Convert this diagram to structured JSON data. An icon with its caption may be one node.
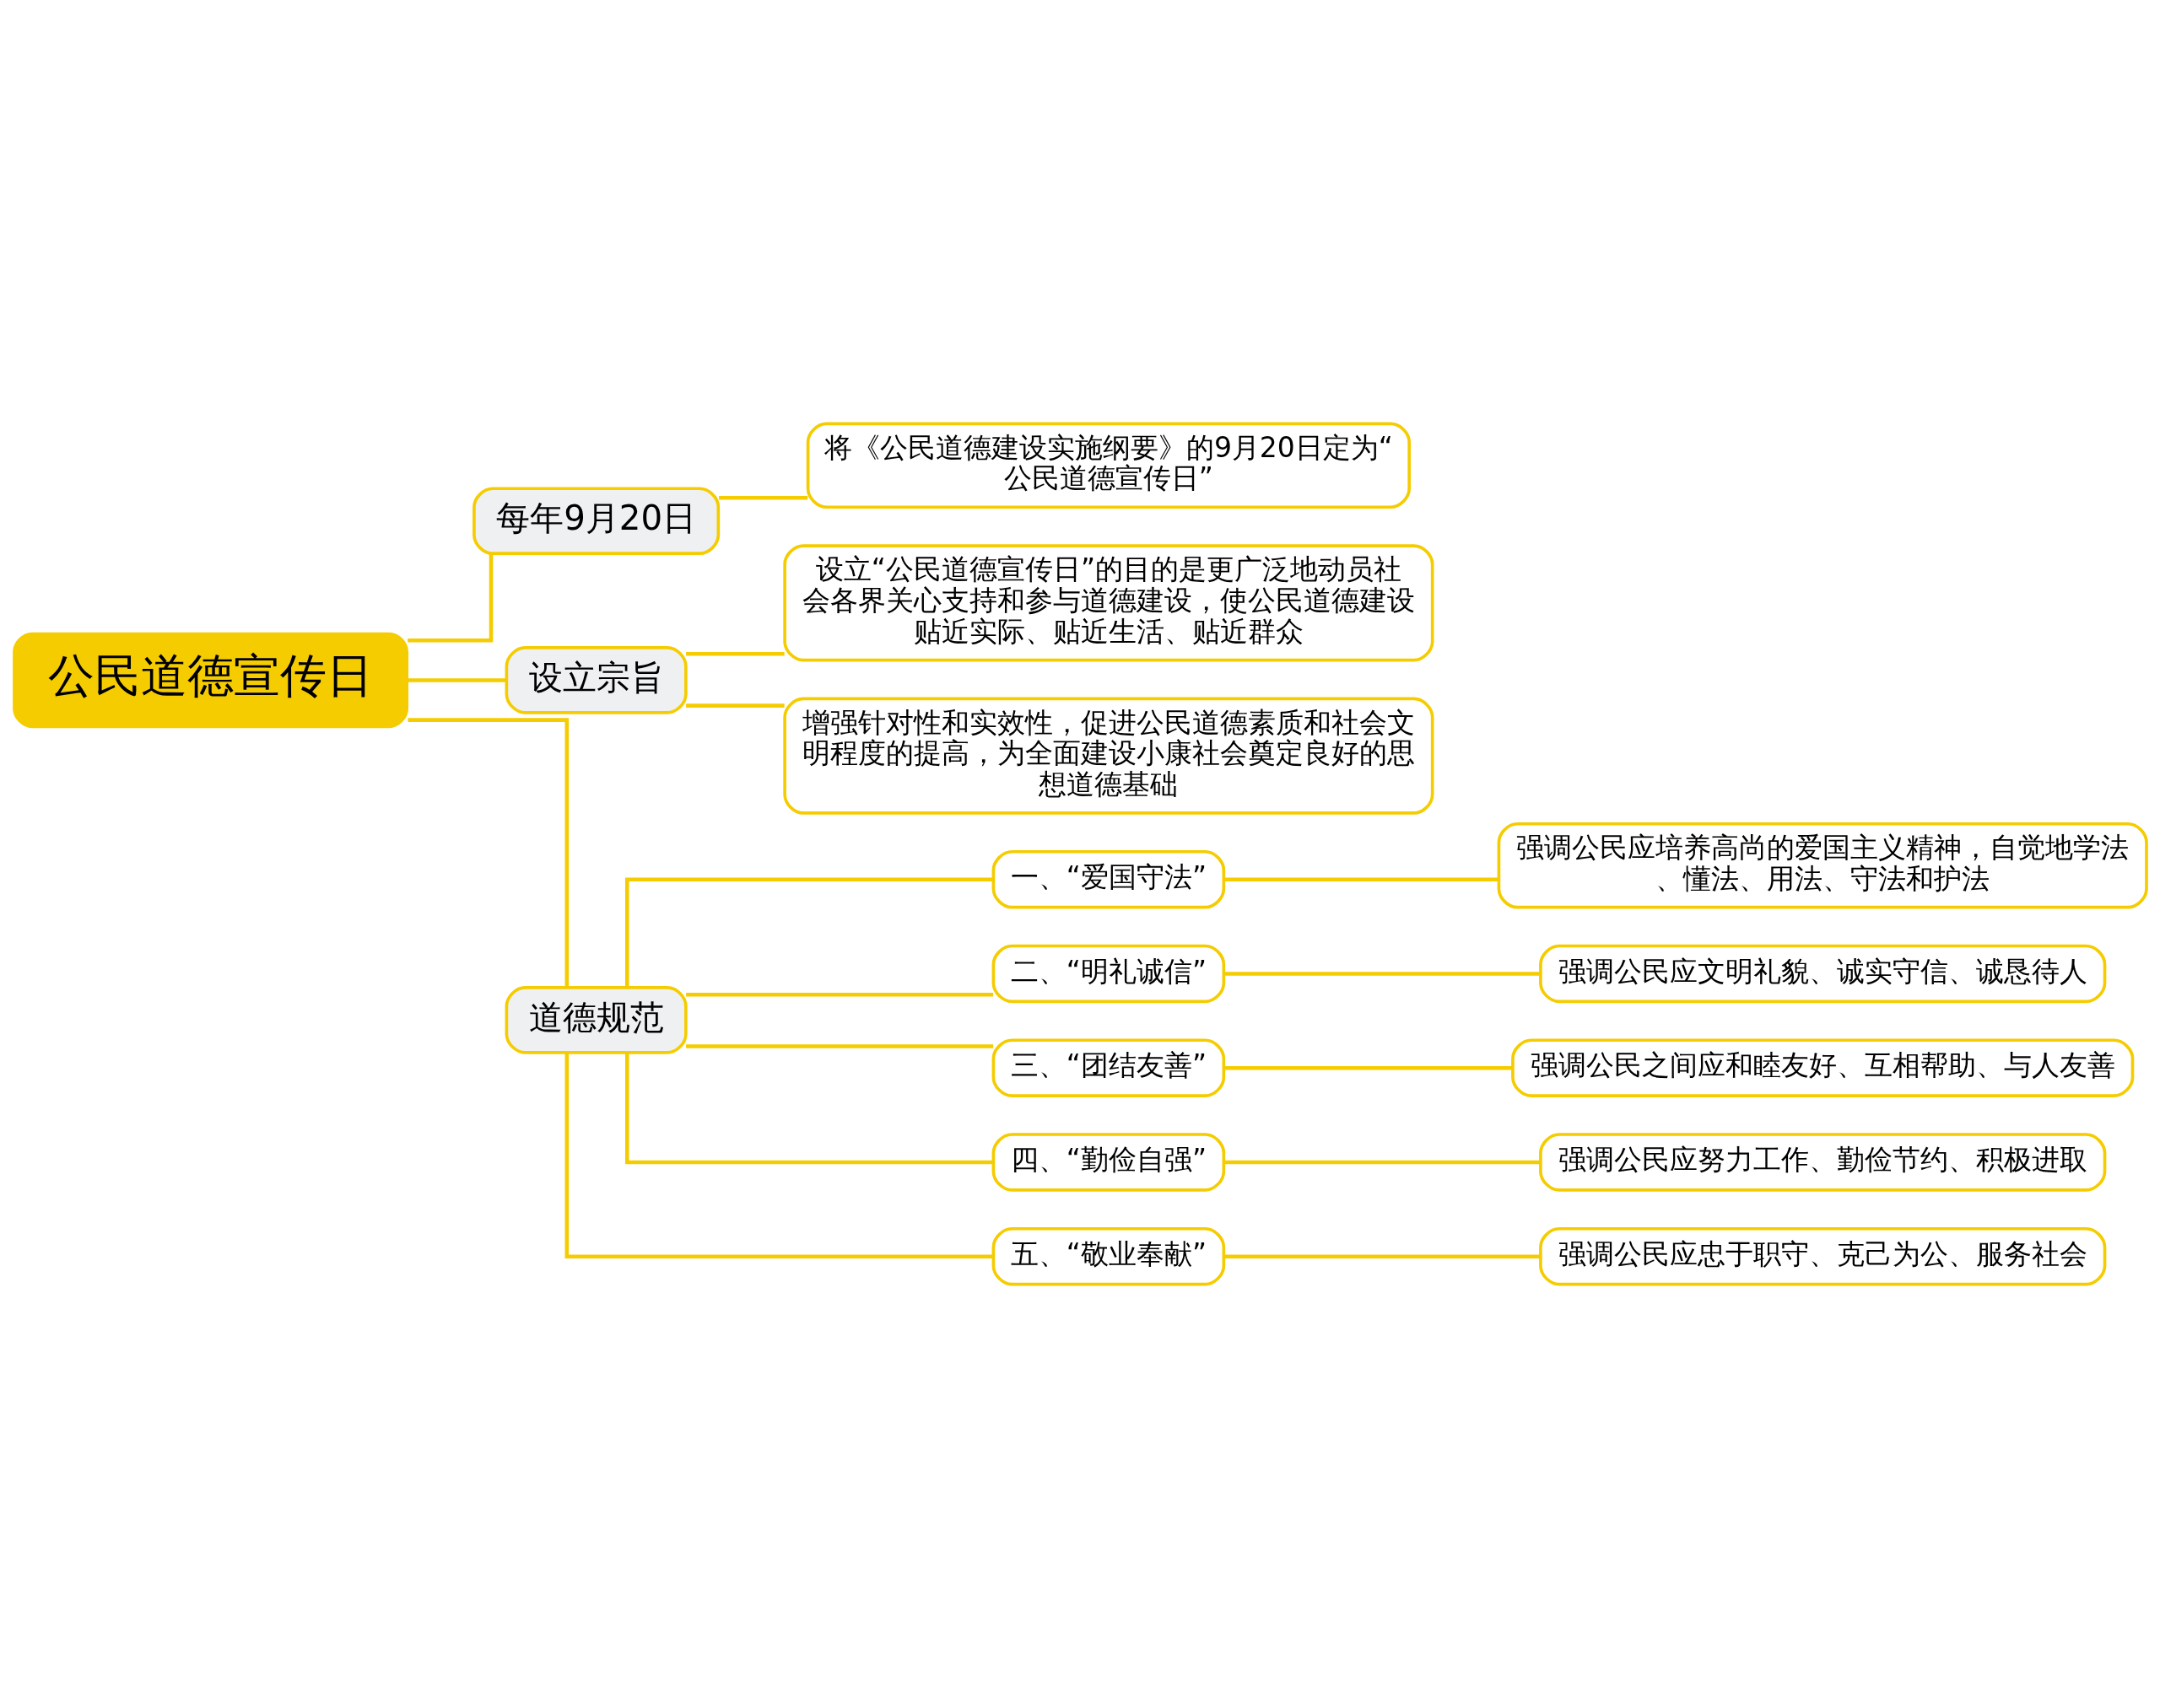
{
  "diagram": {
    "nodes": [
      {
        "text": [
          "公民道德宣传日"
        ]
      },
      {
        "text": [
          "每年9月20日"
        ]
      },
      {
        "text": [
          "将《公民道德建设实施纲要》的9月20日定为“公民道德宣传日”"
        ]
      },
      {
        "text": [
          "设立宗旨"
        ]
      },
      {
        "text": [
          "设立“公民道德宣传日”的目的是更广泛地动员社会各界关心支持和参与道德建设，使公民道德建设贴近实际、贴近生活、贴近群众"
        ]
      },
      {
        "text": [
          "增强针对性和实效性，促进公民道德素质和社会文明程度的提高，为全面建设小康社会奠定良好的思想道德基础"
        ]
      },
      {
        "text": [
          "道德规范"
        ]
      },
      {
        "text": [
          "一、“爱国守法”"
        ]
      },
      {
        "text": [
          "强调公民应培养高尚的爱国主义精神，自觉地学法、懂法、用法、守法和护法"
        ]
      },
      {
        "text": [
          "二、“明礼诚信”"
        ]
      },
      {
        "text": [
          "强调公民应文明礼貌、诚实守信、诚恳待人"
        ]
      },
      {
        "text": [
          "三、“团结友善”"
        ]
      },
      {
        "text": [
          "强调公民之间应和睦友好、互相帮助、与人友善"
        ]
      },
      {
        "text": [
          "四、“勤俭自强”"
        ]
      },
      {
        "text": [
          "强调公民应努力工作、勤俭节约、积极进取"
        ]
      },
      {
        "text": [
          "五、“敬业奉献”"
        ]
      },
      {
        "text": [
          "强调公民应忠于职守、克己为公、服务社会"
        ]
      }
    ],
    "edges": [
      {
        "from": 0,
        "to": 1,
        "arrow": "none"
      },
      {
        "from": 1,
        "to": 2,
        "arrow": "none"
      },
      {
        "from": 0,
        "to": 3,
        "arrow": "none"
      },
      {
        "from": 3,
        "to": 4,
        "arrow": "none"
      },
      {
        "from": 3,
        "to": 5,
        "arrow": "none"
      },
      {
        "from": 0,
        "to": 6,
        "arrow": "none"
      },
      {
        "from": 6,
        "to": 7,
        "arrow": "none"
      },
      {
        "from": 7,
        "to": 8,
        "arrow": "none"
      },
      {
        "from": 6,
        "to": 9,
        "arrow": "none"
      },
      {
        "from": 9,
        "to": 10,
        "arrow": "none"
      },
      {
        "from": 6,
        "to": 11,
        "arrow": "none"
      },
      {
        "from": 11,
        "to": 12,
        "arrow": "none"
      },
      {
        "from": 6,
        "to": 13,
        "arrow": "none"
      },
      {
        "from": 13,
        "to": 14,
        "arrow": "none"
      },
      {
        "from": 6,
        "to": 15,
        "arrow": "none"
      },
      {
        "from": 15,
        "to": 16,
        "arrow": "none"
      }
    ]
  }
}
